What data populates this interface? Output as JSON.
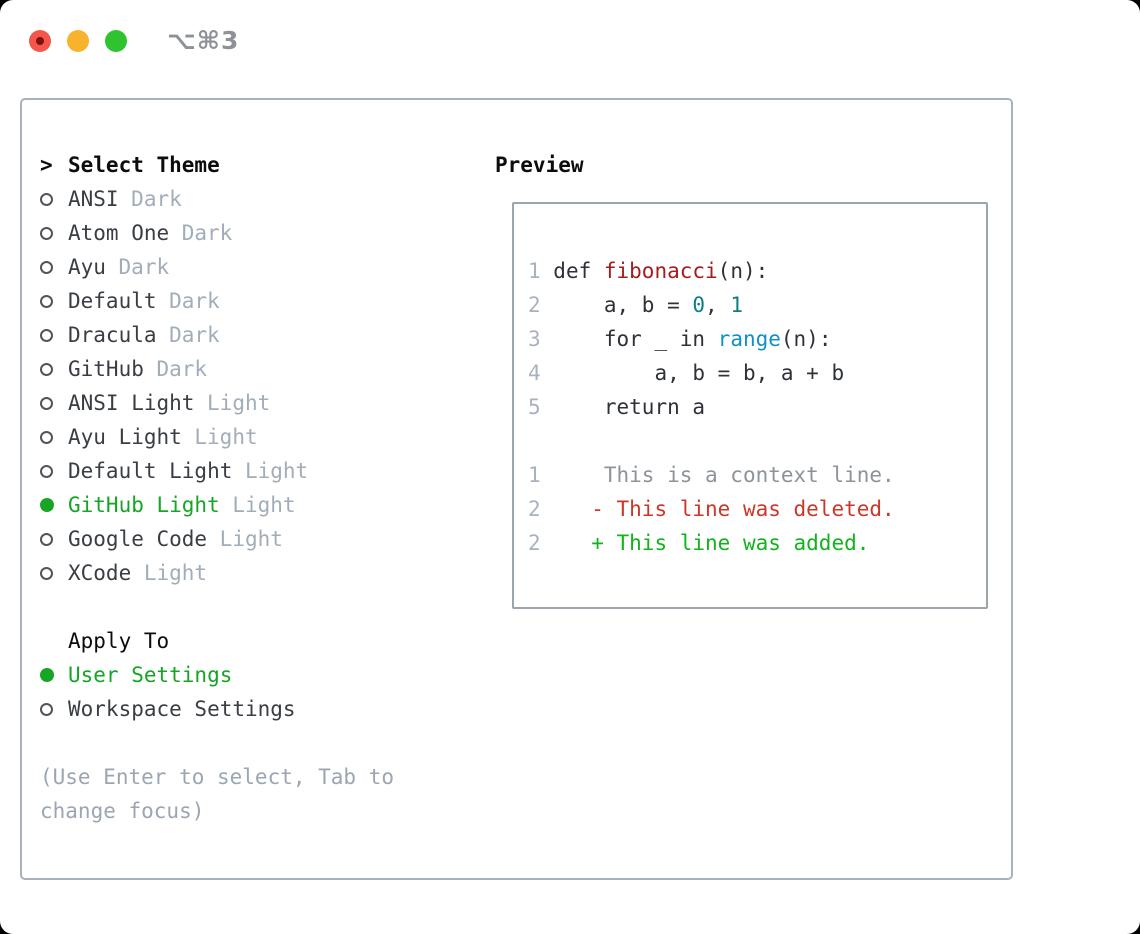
{
  "window": {
    "title": "⌥⌘3",
    "traffic_lights": [
      {
        "name": "close-button",
        "color_key": "traffic_red"
      },
      {
        "name": "minimize-button",
        "color_key": "traffic_yellow"
      },
      {
        "name": "zoom-button",
        "color_key": "traffic_green"
      }
    ]
  },
  "theme_picker": {
    "header_prefix": ">",
    "header": "Select Theme",
    "items": [
      {
        "name": "ANSI",
        "tag": "Dark",
        "selected": false
      },
      {
        "name": "Atom One",
        "tag": "Dark",
        "selected": false
      },
      {
        "name": "Ayu",
        "tag": "Dark",
        "selected": false
      },
      {
        "name": "Default",
        "tag": "Dark",
        "selected": false
      },
      {
        "name": "Dracula",
        "tag": "Dark",
        "selected": false
      },
      {
        "name": "GitHub",
        "tag": "Dark",
        "selected": false
      },
      {
        "name": "ANSI Light",
        "tag": "Light",
        "selected": false
      },
      {
        "name": "Ayu Light",
        "tag": "Light",
        "selected": false
      },
      {
        "name": "Default Light",
        "tag": "Light",
        "selected": false
      },
      {
        "name": "GitHub Light",
        "tag": "Light",
        "selected": true
      },
      {
        "name": "Google Code",
        "tag": "Light",
        "selected": false
      },
      {
        "name": "XCode",
        "tag": "Light",
        "selected": false
      }
    ],
    "apply_to": {
      "header": "Apply To",
      "options": [
        {
          "name": "User Settings",
          "selected": true
        },
        {
          "name": "Workspace Settings",
          "selected": false
        }
      ]
    },
    "hint": "(Use Enter to select, Tab to change focus)"
  },
  "preview": {
    "header": "Preview",
    "lines": [
      {
        "tokens": [
          {
            "t": "1 ",
            "c": "ln"
          },
          {
            "t": "def ",
            "c": "code"
          },
          {
            "t": "fibonacci",
            "c": "fn"
          },
          {
            "t": "(n):",
            "c": "code"
          }
        ]
      },
      {
        "tokens": [
          {
            "t": "2 ",
            "c": "ln"
          },
          {
            "t": "    a, b = ",
            "c": "code"
          },
          {
            "t": "0",
            "c": "num"
          },
          {
            "t": ", ",
            "c": "code"
          },
          {
            "t": "1",
            "c": "num"
          }
        ]
      },
      {
        "tokens": [
          {
            "t": "3 ",
            "c": "ln"
          },
          {
            "t": "    for _ in ",
            "c": "code"
          },
          {
            "t": "range",
            "c": "builtin"
          },
          {
            "t": "(n):",
            "c": "code"
          }
        ]
      },
      {
        "tokens": [
          {
            "t": "4 ",
            "c": "ln"
          },
          {
            "t": "        a, b = b, a + b",
            "c": "code"
          }
        ]
      },
      {
        "tokens": [
          {
            "t": "5 ",
            "c": "ln"
          },
          {
            "t": "    return a",
            "c": "code"
          }
        ]
      },
      {
        "tokens": []
      },
      {
        "tokens": [
          {
            "t": "1 ",
            "c": "ln"
          },
          {
            "t": "    This is a context line.",
            "c": "ctx"
          }
        ]
      },
      {
        "tokens": [
          {
            "t": "2 ",
            "c": "ln"
          },
          {
            "t": "   - This line was deleted.",
            "c": "del"
          }
        ]
      },
      {
        "tokens": [
          {
            "t": "2 ",
            "c": "ln"
          },
          {
            "t": "   + This line was added.",
            "c": "add"
          }
        ]
      }
    ]
  },
  "colors": {
    "traffic_red": "#f4564c",
    "traffic_red_dot": "#7c1209",
    "traffic_yellow": "#f7b32b",
    "traffic_green": "#2fc32f",
    "title_gray": "#8e9296",
    "panel_border": "#a9b2bc",
    "text_black": "#0b0c0d",
    "item_name": "#393e44",
    "item_tag": "#a2adba",
    "radio_outline": "#50555b",
    "selected_green": "#17a525",
    "hint_gray": "#9ba6b2",
    "line_number": "#a8b2bf",
    "code_text": "#2e3238",
    "function_red": "#a61c1c",
    "number_teal": "#0e7e85",
    "builtin_blue": "#1090c8",
    "context_gray": "#8d939b",
    "deleted_red": "#cb3728",
    "added_green": "#12b41c",
    "box_border": "#9aa5b0"
  }
}
